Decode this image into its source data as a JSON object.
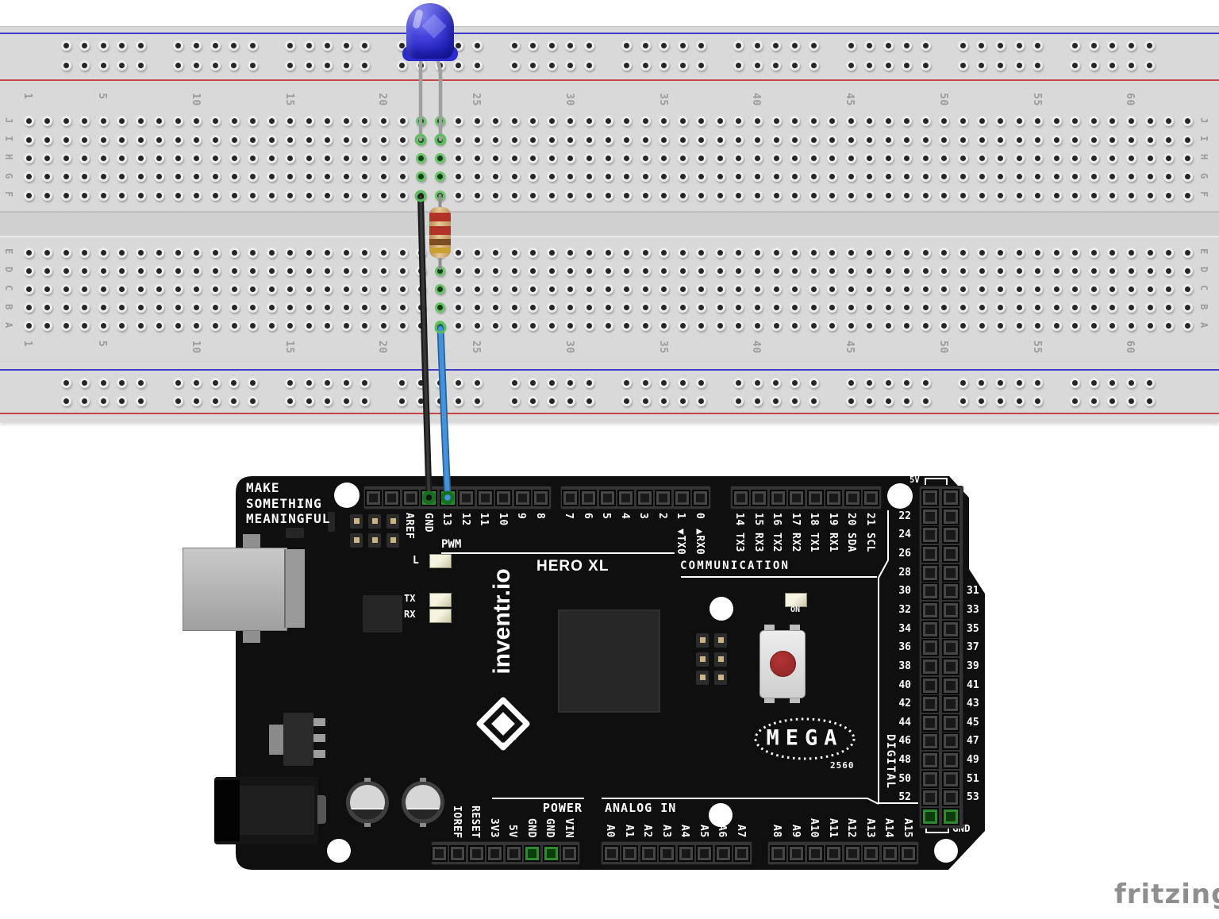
{
  "watermark": "fritzing",
  "breadboard": {
    "column_numbers": [
      "1",
      "5",
      "10",
      "15",
      "20",
      "25",
      "30",
      "35",
      "40",
      "45",
      "50",
      "55",
      "60"
    ],
    "column_cols": [
      1,
      5,
      10,
      15,
      20,
      25,
      30,
      35,
      40,
      45,
      50,
      55,
      60
    ],
    "row_letters_top": [
      "J",
      "I",
      "H",
      "G",
      "F"
    ],
    "row_letters_bottom": [
      "E",
      "D",
      "C",
      "B",
      "A"
    ],
    "rail_blue": "#3d3dc4",
    "rail_red": "#c74444",
    "highlight_green": "#68c468"
  },
  "circuit": {
    "led": {
      "name": "blue-led",
      "color": "#2b2bd0"
    },
    "resistor": {
      "body": "#d8b27f",
      "bands": [
        "#b23229",
        "#b23229",
        "#7d4d23",
        "#c9a133"
      ]
    },
    "wires": [
      {
        "name": "gnd-wire",
        "color": "#383838",
        "outline": "#1b1b1b"
      },
      {
        "name": "signal-wire",
        "color": "#4593dd",
        "outline": "#2a6399"
      }
    ]
  },
  "arduino": {
    "slogan": [
      "MAKE",
      "SOMETHING",
      "MEANINGFUL"
    ],
    "brand": "inventr.io",
    "model": "HERO XL",
    "chip_label": "MEGA",
    "chip_sub": "2560",
    "sections": {
      "pwm": "PWM",
      "communication": "COMMUNICATION",
      "power": "POWER",
      "analog_in": "ANALOG IN",
      "digital": "DIGITAL"
    },
    "indicators": {
      "on": "ON",
      "l": "L",
      "tx": "TX",
      "rx": "RX"
    },
    "header_5v": "5V",
    "header_gnd": "GND",
    "top_pins_a": [
      "",
      "",
      "AREF",
      "GND",
      "13",
      "12",
      "11",
      "10",
      "9",
      "8"
    ],
    "top_pins_b": [
      "7",
      "6",
      "5",
      "4",
      "3",
      "2",
      "1",
      "0"
    ],
    "top_pins_b_sub": [
      "",
      "",
      "",
      "",
      "",
      "",
      "▼TX0",
      "▲RX0"
    ],
    "top_pins_c": [
      "14",
      "15",
      "16",
      "17",
      "18",
      "19",
      "20",
      "21"
    ],
    "top_pins_c_sub": [
      "TX3",
      "RX3",
      "TX2",
      "RX2",
      "TX1",
      "RX1",
      "SDA",
      "SCL"
    ],
    "power_pins": [
      "",
      "IOREF",
      "RESET",
      "3V3",
      "5V",
      "GND",
      "GND",
      "VIN"
    ],
    "analog_pins_a": [
      "A0",
      "A1",
      "A2",
      "A3",
      "A4",
      "A5",
      "A6",
      "A7"
    ],
    "analog_pins_b": [
      "A8",
      "A9",
      "A10",
      "A11",
      "A12",
      "A13",
      "A14",
      "A15"
    ],
    "digital_left": [
      "22",
      "24",
      "26",
      "28",
      "30",
      "32",
      "34",
      "36",
      "38",
      "40",
      "42",
      "44",
      "46",
      "48",
      "50",
      "52"
    ],
    "digital_right": [
      "31",
      "33",
      "35",
      "37",
      "39",
      "41",
      "43",
      "45",
      "47",
      "49",
      "51",
      "53"
    ]
  }
}
